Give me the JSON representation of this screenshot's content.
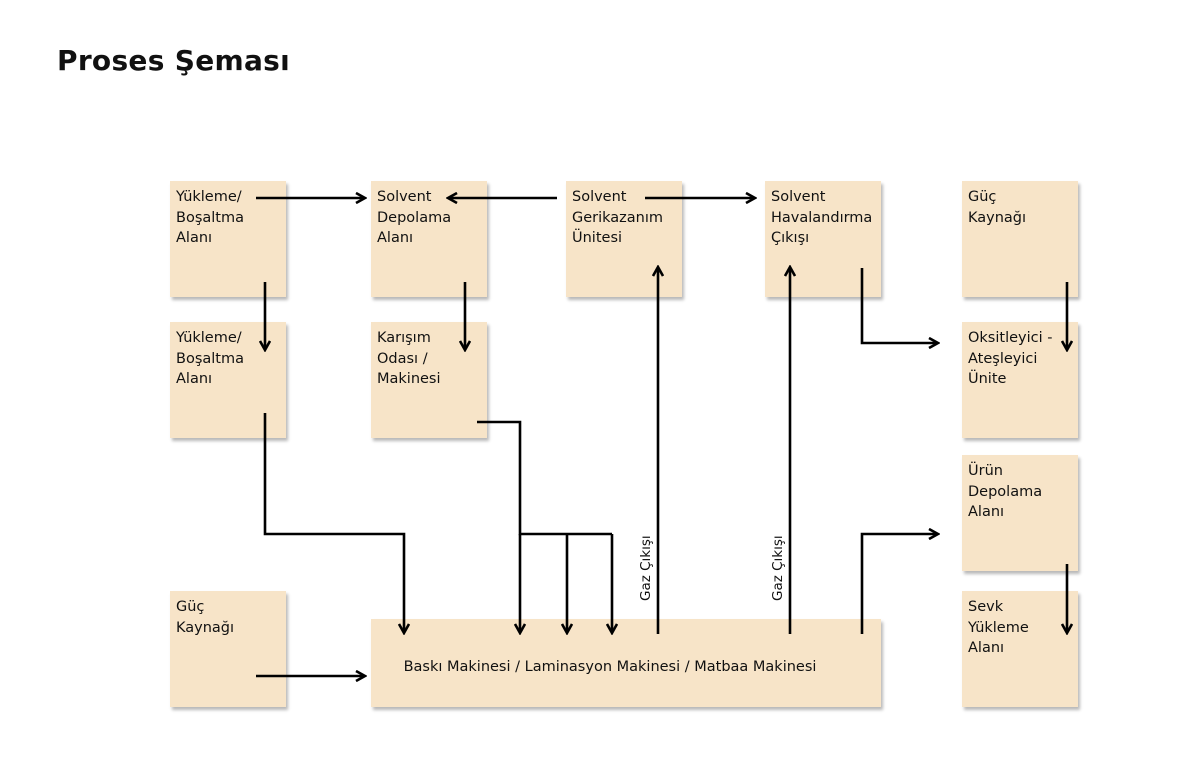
{
  "title": "Proses Şeması",
  "boxes": {
    "loading_area_1": "Yükleme/\nBoşaltma\nAlanı",
    "solvent_storage": "Solvent\nDepolama\nAlanı",
    "solvent_recovery": "Solvent\nGerikazanım\nÜnitesi",
    "solvent_vent": "Solvent\nHavalandırma\nÇıkışı",
    "power_source_right": "Güç\nKaynağı",
    "loading_area_2": "Yükleme/\nBoşaltma\nAlanı",
    "mixing_room": "Karışım\nOdası /\nMakinesi",
    "oxidizer": "Oksitleyici -\nAteşleyici\nÜnite",
    "product_storage": "Ürün\nDepolama\nAlanı",
    "power_source_left": "Güç\nKaynağı",
    "main_machine": "Baskı Makinesi  / Laminasyon Makinesi / Matbaa Makinesi",
    "shipping_loading": "Sevk\nYükleme\nAlanı"
  },
  "gas_labels": {
    "gas_outlet_1": "Gaz Çıkışı",
    "gas_outlet_2": "Gaz Çıkışı"
  }
}
